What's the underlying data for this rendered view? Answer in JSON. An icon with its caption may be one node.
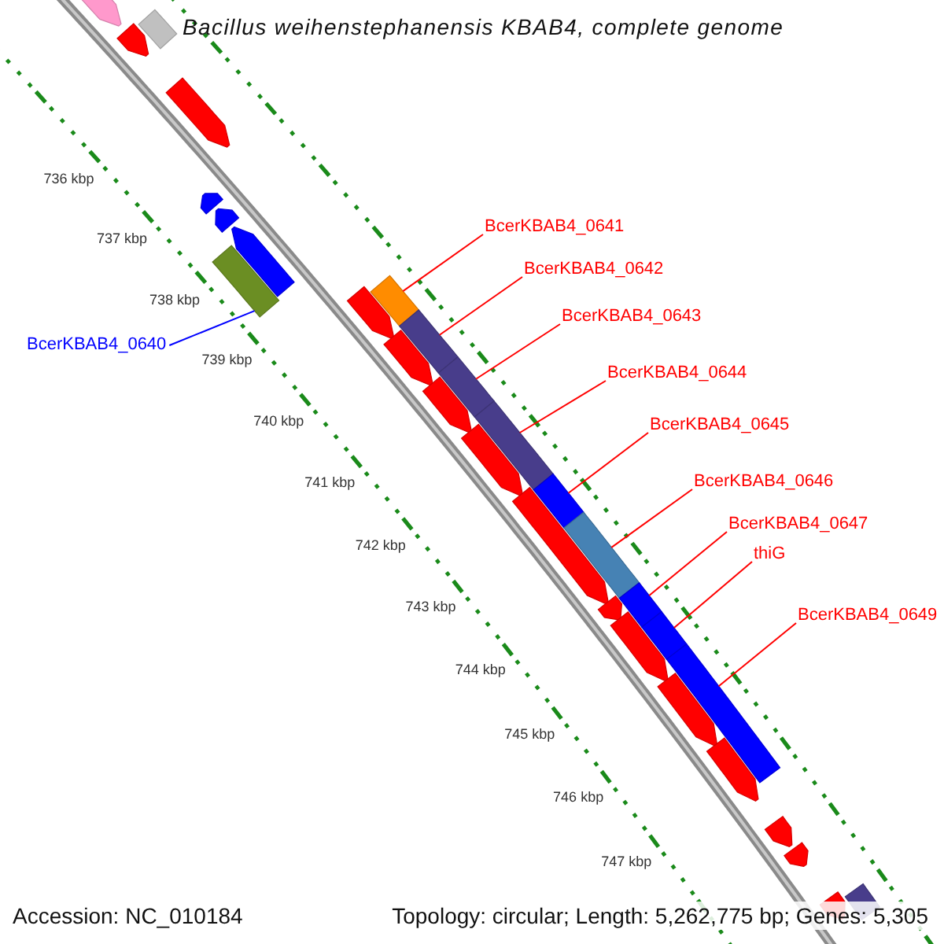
{
  "diagram": {
    "title": "Bacillus weihenstephanensis KBAB4, complete genome",
    "nodes": [
      {
        "text": [
          "BcerKBAB4_0641"
        ]
      },
      {
        "text": [
          "BcerKBAB4_0642"
        ]
      },
      {
        "text": [
          "BcerKBAB4_0643"
        ]
      },
      {
        "text": [
          "BcerKBAB4_0640"
        ]
      },
      {
        "text": [
          "BcerKBAB4_0644"
        ]
      },
      {
        "text": [
          "BcerKBAB4_0645"
        ]
      },
      {
        "text": [
          "BcerKBAB4_0646"
        ]
      },
      {
        "text": [
          "BcerKBAB4_0647"
        ]
      },
      {
        "text": [
          "thiG"
        ]
      },
      {
        "text": [
          "BcerKBAB4_0649"
        ]
      },
      {
        "text": [],
        "shape": "bar"
      },
      {
        "text": [],
        "shape": "bar"
      },
      {
        "text": [],
        "shape": "bar"
      },
      {
        "text": [],
        "shape": "bar"
      },
      {
        "text": [],
        "shape": "bar"
      },
      {
        "text": [],
        "shape": "bar"
      },
      {
        "text": [],
        "shape": "bar"
      },
      {
        "text": [],
        "shape": "bar"
      },
      {
        "text": [],
        "shape": "bar"
      },
      {
        "text": [],
        "shape": "bar"
      },
      {
        "text": [],
        "shape": "bar"
      },
      {
        "text": [],
        "shape": "bar"
      },
      {
        "text": [],
        "shape": "bar"
      },
      {
        "text": [],
        "shape": "bar"
      },
      {
        "text": [],
        "shape": "bar"
      },
      {
        "text": [],
        "shape": "bar"
      },
      {
        "text": [],
        "shape": "bar"
      },
      {
        "text": [],
        "shape": "bar"
      },
      {
        "text": [],
        "shape": "bar"
      },
      {
        "text": [],
        "shape": "bar"
      },
      {
        "text": [],
        "shape": "bar"
      },
      {
        "text": [],
        "shape": "bar"
      },
      {
        "text": [],
        "shape": "bar"
      },
      {
        "text": [],
        "shape": "bar"
      },
      {
        "text": [],
        "shape": "bar"
      },
      {
        "text": [],
        "shape": "bar"
      },
      {
        "text": [],
        "shape": "bar"
      },
      {
        "text": [],
        "shape": "bar"
      },
      {
        "text": [],
        "shape": "bar"
      },
      {
        "text": [],
        "shape": "bar"
      }
    ],
    "edges": [
      {
        "from": 0,
        "to": 11,
        "arrow": "none"
      },
      {
        "from": 1,
        "to": 12,
        "arrow": "none"
      },
      {
        "from": 2,
        "to": 13,
        "arrow": "none"
      },
      {
        "from": 3,
        "to": 10,
        "arrow": "none",
        "color": "#0000ff"
      },
      {
        "from": 4,
        "to": 14,
        "arrow": "none"
      },
      {
        "from": 5,
        "to": 15,
        "arrow": "none"
      },
      {
        "from": 6,
        "to": 16,
        "arrow": "none"
      },
      {
        "from": 7,
        "to": 17,
        "arrow": "none"
      },
      {
        "from": 8,
        "to": 18,
        "arrow": "none"
      },
      {
        "from": 9,
        "to": 19,
        "arrow": "none"
      }
    ],
    "labels": [
      "736 kbp",
      "737 kbp",
      "738 kbp",
      "739 kbp",
      "740 kbp",
      "741 kbp",
      "742 kbp",
      "743 kbp",
      "744 kbp",
      "745 kbp",
      "746 kbp",
      "747 kbp",
      "Accession: NC_010184",
      "Topology: circular; Length: 5,262,775 bp; Genes: 5,305"
    ]
  }
}
